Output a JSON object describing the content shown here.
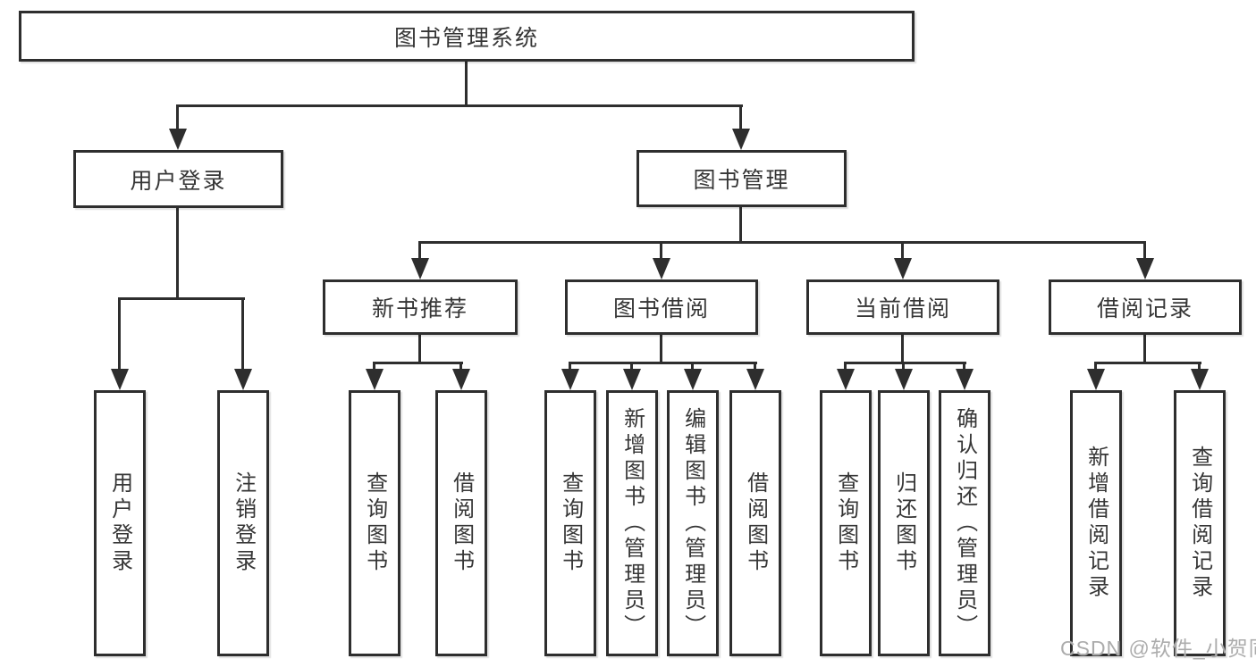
{
  "diagram_type": "hierarchy-diagram",
  "colors": {
    "background": "#ffffff",
    "line": "#2e2e2e",
    "text": "#363636",
    "watermark": "#acacac"
  },
  "watermark": "CSDN @软件_小贺同学",
  "tree": {
    "root": {
      "label": "图书管理系统",
      "children": [
        {
          "label": "用户登录",
          "children": [
            {
              "label": "用户登录"
            },
            {
              "label": "注销登录"
            }
          ]
        },
        {
          "label": "图书管理",
          "children": [
            {
              "label": "新书推荐",
              "children": [
                {
                  "label": "查询图书"
                },
                {
                  "label": "借阅图书"
                }
              ]
            },
            {
              "label": "图书借阅",
              "children": [
                {
                  "label": "查询图书"
                },
                {
                  "label": "新增图书（管理员）"
                },
                {
                  "label": "编辑图书（管理员）"
                },
                {
                  "label": "借阅图书"
                }
              ]
            },
            {
              "label": "当前借阅",
              "children": [
                {
                  "label": "查询图书"
                },
                {
                  "label": "归还图书"
                },
                {
                  "label": "确认归还（管理员）"
                }
              ]
            },
            {
              "label": "借阅记录",
              "children": [
                {
                  "label": "新增借阅记录"
                },
                {
                  "label": "查询借阅记录"
                }
              ]
            }
          ]
        }
      ]
    }
  }
}
